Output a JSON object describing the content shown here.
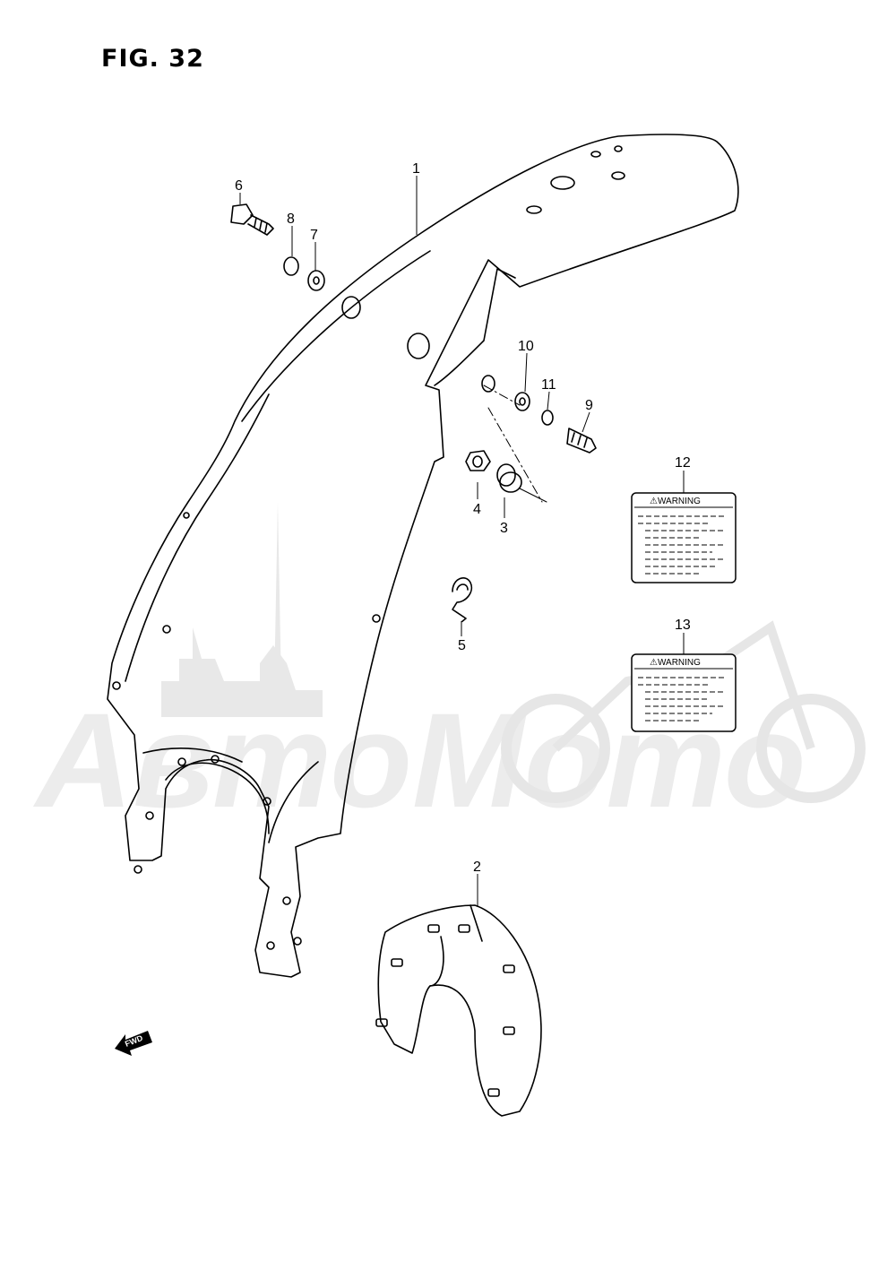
{
  "figure": {
    "title": "FIG. 32"
  },
  "watermark": {
    "text": "АвтоМото",
    "color": "#e6e6e6"
  },
  "callouts": [
    "1",
    "2",
    "3",
    "4",
    "5",
    "6",
    "7",
    "8",
    "9",
    "10",
    "11",
    "12",
    "13"
  ],
  "labels": {
    "warning_12": "⚠WARNING",
    "warning_13": "⚠WARNING"
  },
  "direction": {
    "fwd": "FWD"
  },
  "colors": {
    "line": "#000000",
    "background": "#ffffff"
  }
}
